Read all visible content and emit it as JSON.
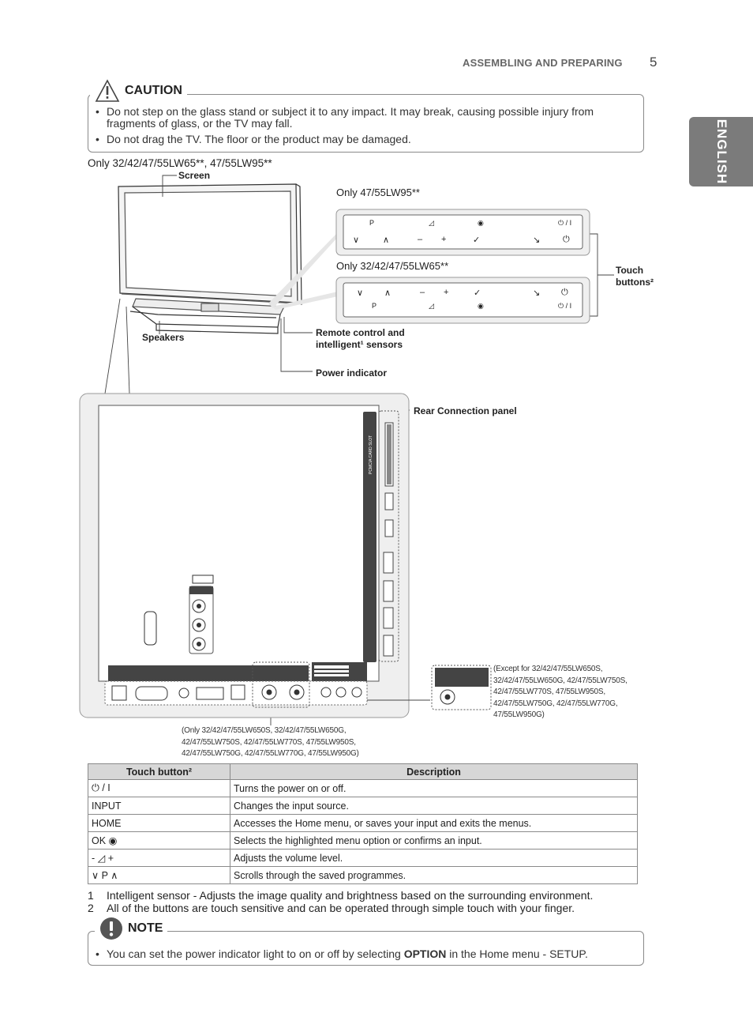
{
  "header": {
    "section": "ASSEMBLING AND PREPARING",
    "page": "5",
    "language_tab": "ENGLISH"
  },
  "caution": {
    "title": "CAUTION",
    "items": [
      "Do not step on the glass stand or subject it to any impact. It may break, causing possible injury from fragments of glass, or the TV may fall.",
      "Do not drag the TV. The floor or the product may be damaged."
    ]
  },
  "diagram": {
    "heading": "Only 32/42/47/55LW65**, 47/55LW95**",
    "screen_label": "Screen",
    "speakers_label": "Speakers",
    "lw95_heading": "Only 47/55LW95**",
    "lw65_heading": "Only 32/42/47/55LW65**",
    "touch_label_1": "Touch",
    "touch_label_2": "buttons²",
    "remote_label_1": "Remote control and",
    "remote_label_2": "intelligent¹ sensors",
    "power_indicator_label": "Power indicator",
    "rear_panel_label": "Rear Connection panel",
    "pcmcia_label": "PCMCIA CARD SLOT",
    "lw95_top_row": [
      "P",
      "◿",
      "◉",
      "⏻ / I"
    ],
    "lw95_bottom_row": [
      "∨",
      "∧",
      "–",
      "+",
      "✓",
      "↘",
      "⏻"
    ],
    "lw65_top_row": [
      "∨",
      "∧",
      "–",
      "+",
      "✓",
      "↘",
      "⏻"
    ],
    "lw65_bottom_row": [
      "P",
      "◿",
      "◉",
      "⏻ / I"
    ],
    "except_note": [
      "(Except for 32/42/47/55LW650S,",
      "32/42/47/55LW650G, 42/47/55LW750S,",
      "42/47/55LW770S, 47/55LW950S,",
      "42/47/55LW750G, 42/47/55LW770G,",
      "47/55LW950G)"
    ],
    "only_note": [
      "(Only 32/42/47/55LW650S, 32/42/47/55LW650G,",
      "42/47/55LW750S, 42/47/55LW770S, 47/55LW950S,",
      "42/47/55LW750G, 42/47/55LW770G, 47/55LW950G)"
    ]
  },
  "table": {
    "headers": [
      "Touch button²",
      "Description"
    ],
    "rows": [
      [
        "⏻ / I",
        "Turns the power on or off."
      ],
      [
        "INPUT",
        "Changes the input source."
      ],
      [
        "HOME",
        "Accesses the Home menu, or saves your input and exits the menus."
      ],
      [
        "OK ◉",
        "Selects the highlighted menu option or confirms an input."
      ],
      [
        "- ◿ +",
        "Adjusts the volume level."
      ],
      [
        "∨ P ∧",
        "Scrolls through the saved programmes."
      ]
    ]
  },
  "footnotes": [
    {
      "num": "1",
      "text": "Intelligent sensor - Adjusts the image quality and brightness based on the surrounding environment."
    },
    {
      "num": "2",
      "text": "All of the buttons are touch sensitive and can be operated through simple touch with your finger."
    }
  ],
  "note": {
    "title": "NOTE",
    "text_before": "You can set the power indicator light to on or off by selecting ",
    "text_bold": "OPTION",
    "text_after": " in the Home menu - SETUP."
  }
}
